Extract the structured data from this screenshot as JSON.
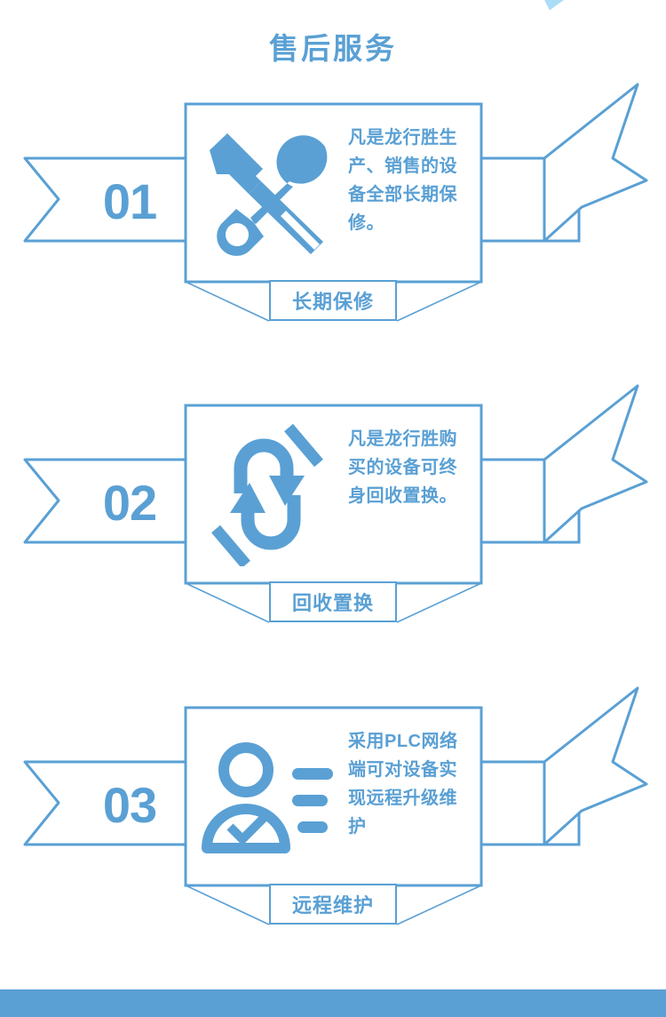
{
  "theme": {
    "accent": "#5AA0D4",
    "accent_light": "#ACDDF7",
    "background": "#FFFFFF"
  },
  "header": {
    "title": "售后服务"
  },
  "decor": {
    "top_triangle": "triangle-decoration",
    "bottom_bar_color": "#5AA0D4"
  },
  "services": [
    {
      "number": "01",
      "icon": "wrench-screwdriver-icon",
      "text": "凡是龙行胜生产、销售的设备全部长期保修。",
      "label": "长期保修"
    },
    {
      "number": "02",
      "icon": "recycle-exchange-icon",
      "text": "凡是龙行胜购买的设备可终身回收置换。",
      "label": "回收置换"
    },
    {
      "number": "03",
      "icon": "user-checkmark-list-icon",
      "text": "采用PLC网络端可对设备实现远程升级维护",
      "label": "远程维护"
    }
  ]
}
